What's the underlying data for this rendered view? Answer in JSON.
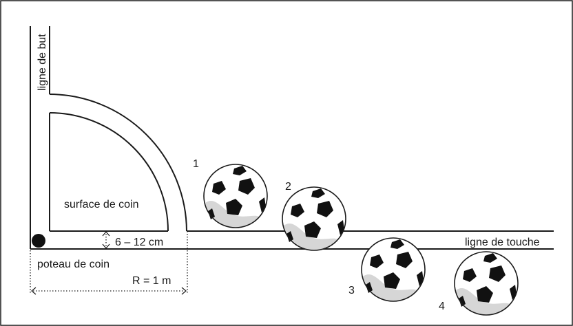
{
  "labels": {
    "goal_line": "ligne de but",
    "corner_area": "surface de coin",
    "line_width": "6 – 12 cm",
    "touch_line": "ligne de touche",
    "corner_post": "poteau de coin",
    "radius": "R = 1 m"
  },
  "balls": [
    {
      "number": "1"
    },
    {
      "number": "2"
    },
    {
      "number": "3"
    },
    {
      "number": "4"
    }
  ]
}
